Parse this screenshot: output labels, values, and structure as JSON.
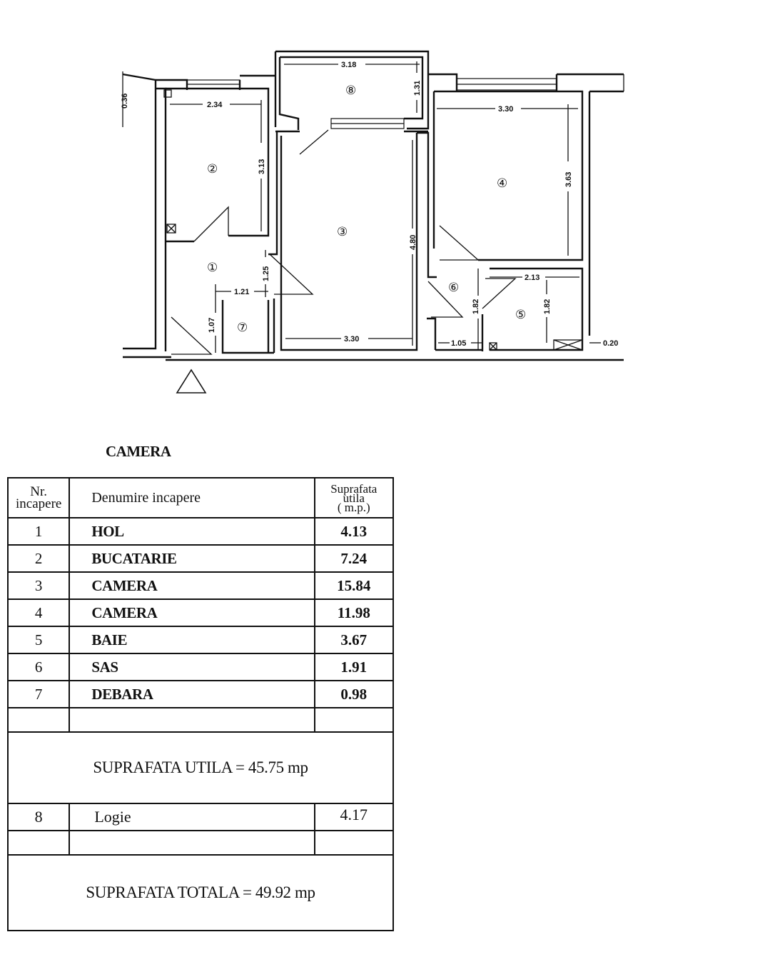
{
  "floor_plan": {
    "dimensions": {
      "d_0_36": "0.36",
      "d_2_34": "2.34",
      "d_3_13": "3.13",
      "d_3_18": "3.18",
      "d_1_31": "1.31",
      "d_3_30_top": "3.30",
      "d_3_63": "3.63",
      "d_4_80": "4.80",
      "d_1_25": "1.25",
      "d_1_21": "1.21",
      "d_1_07": "1.07",
      "d_3_30_bottom": "3.30",
      "d_2_13": "2.13",
      "d_1_82_left": "1.82",
      "d_1_82_right": "1.82",
      "d_1_05": "1.05",
      "d_0_20": "0.20"
    },
    "room_numbers": [
      "①",
      "②",
      "③",
      "④",
      "⑤",
      "⑥",
      "⑦",
      "⑧"
    ]
  },
  "caption": "CAMERA",
  "table": {
    "headers": {
      "nr_line1": "Nr.",
      "nr_line2": "incapere",
      "name": "Denumire incapere",
      "area_line1": "Suprafata",
      "area_line2": "utila",
      "area_line3": "( m.p.)"
    },
    "rows": [
      {
        "nr": "1",
        "name": "HOL",
        "area": "4.13"
      },
      {
        "nr": "2",
        "name": "BUCATARIE",
        "area": "7.24"
      },
      {
        "nr": "3",
        "name": "CAMERA",
        "area": "15.84"
      },
      {
        "nr": "4",
        "name": "CAMERA",
        "area": "11.98"
      },
      {
        "nr": "5",
        "name": "BAIE",
        "area": "3.67"
      },
      {
        "nr": "6",
        "name": "SAS",
        "area": "1.91"
      },
      {
        "nr": "7",
        "name": "DEBARA",
        "area": "0.98"
      }
    ],
    "useful_total": "SUPRAFATA UTILA = 45.75 mp",
    "logia": {
      "nr": "8",
      "name": "Logie",
      "area": "4.17"
    },
    "grand_total": "SUPRAFATA TOTALA = 49.92 mp"
  }
}
